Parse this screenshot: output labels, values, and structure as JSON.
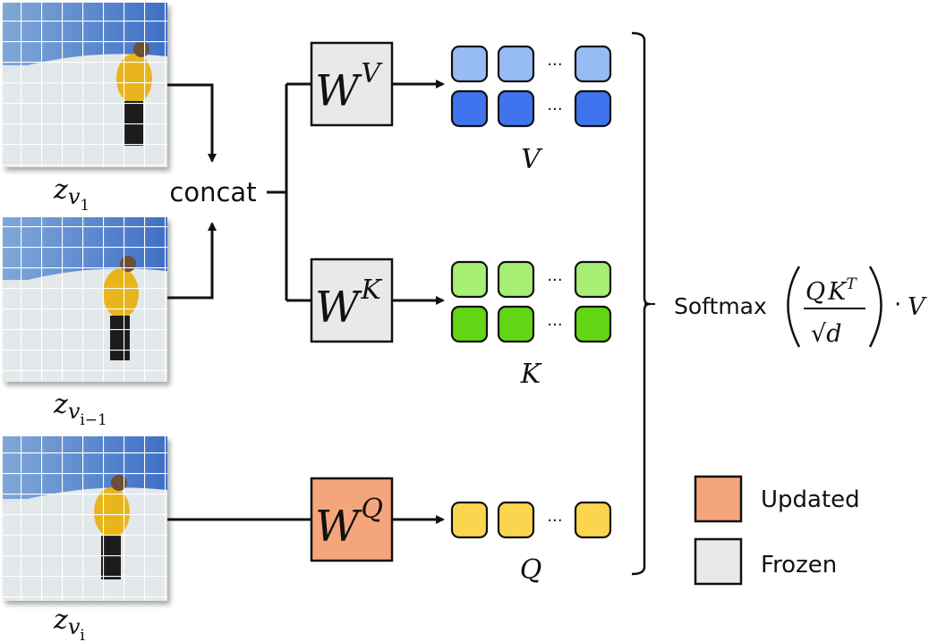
{
  "frames": [
    {
      "id": "v1",
      "label_base": "z",
      "label_sub": "v",
      "label_subsub": "1"
    },
    {
      "id": "vi-1",
      "label_base": "z",
      "label_sub": "v",
      "label_subsub": "i−1"
    },
    {
      "id": "vi",
      "label_base": "z",
      "label_sub": "v",
      "label_subsub": "i"
    }
  ],
  "concat_label": "concat",
  "projections": {
    "value": {
      "base": "W",
      "sup": "V",
      "state": "frozen",
      "output_label": "V",
      "rows": 2
    },
    "key": {
      "base": "W",
      "sup": "K",
      "state": "frozen",
      "output_label": "K",
      "rows": 2
    },
    "query": {
      "base": "W",
      "sup": "Q",
      "state": "updated",
      "output_label": "Q",
      "rows": 1
    }
  },
  "ellipsis": "···",
  "formula": {
    "func": "Softmax",
    "numerator_a": "Q",
    "numerator_b": "K",
    "numerator_sup": "T",
    "denominator": "√d",
    "dot": "·",
    "tail": "V"
  },
  "legend": [
    {
      "label": "Updated",
      "color": "#f5a57c"
    },
    {
      "label": "Frozen",
      "color": "#e8eaea"
    }
  ],
  "colors": {
    "updated": "#f5a57c",
    "frozen": "#e8eaea",
    "value_light": "#97bcf5",
    "value_dark": "#3f74ee",
    "key_light": "#a6ee74",
    "key_dark": "#62d614",
    "query": "#fbd54e",
    "stroke": "#111111"
  }
}
